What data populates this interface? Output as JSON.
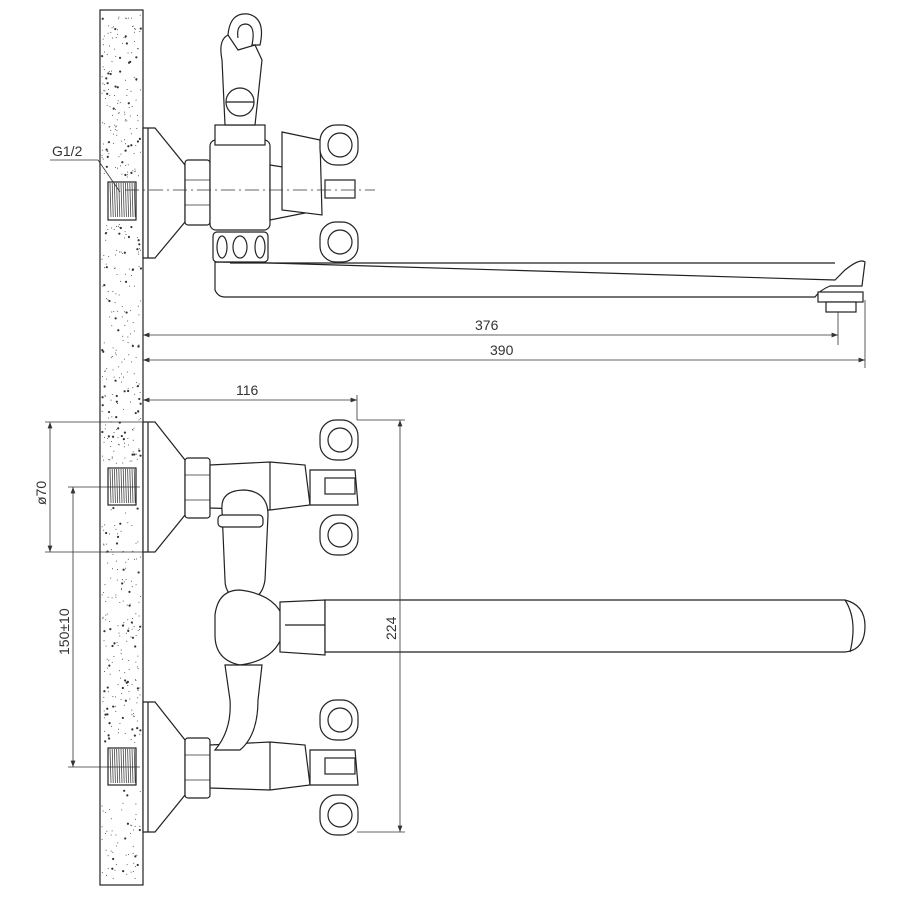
{
  "labels": {
    "thread": "G1/2",
    "dim_376": "376",
    "dim_390": "390",
    "dim_116": "116",
    "dim_224": "224",
    "dim_d70": "ø70",
    "dim_150": "150±10"
  },
  "colors": {
    "line": "#222222",
    "background": "#ffffff"
  }
}
